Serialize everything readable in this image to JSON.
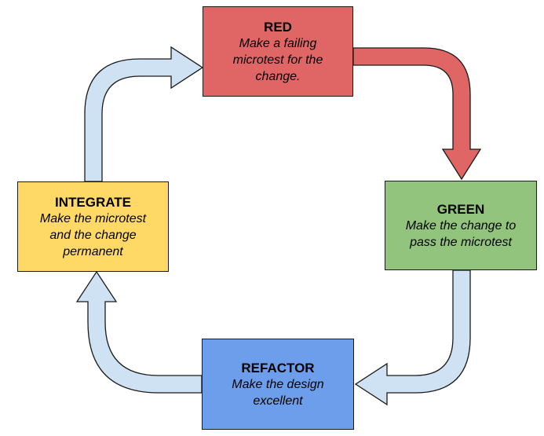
{
  "stages": {
    "red": {
      "title": "RED",
      "description": "Make a failing microtest for the change.",
      "lines": [
        "Make a failing",
        "microtest for the",
        "change."
      ],
      "color": "#e06666"
    },
    "green": {
      "title": "GREEN",
      "description": "Make the change to pass the microtest",
      "lines": [
        "Make the change to",
        "pass the microtest"
      ],
      "color": "#93c47d"
    },
    "refactor": {
      "title": "REFACTOR",
      "description": "Make the design excellent",
      "lines": [
        "Make the design",
        "excellent"
      ],
      "color": "#6d9eeb"
    },
    "integrate": {
      "title": "INTEGRATE",
      "description": "Make the microtest and the change permanent",
      "lines": [
        "Make the microtest",
        "and the change",
        "permanent"
      ],
      "color": "#ffd966"
    }
  },
  "arrows": {
    "red_to_green": {
      "color": "#e06666"
    },
    "green_to_refactor": {
      "color": "#cfe2f3"
    },
    "refactor_to_integrate": {
      "color": "#cfe2f3"
    },
    "integrate_to_red": {
      "color": "#cfe2f3"
    }
  }
}
